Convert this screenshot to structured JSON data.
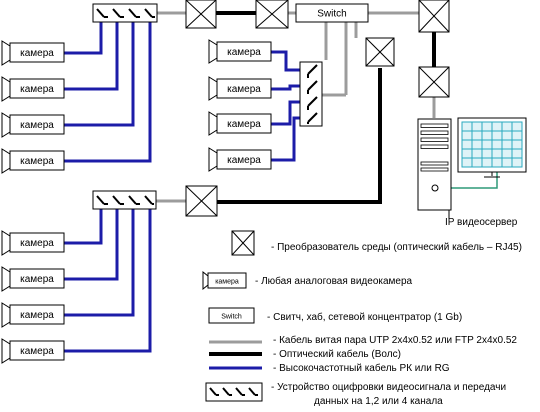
{
  "diagram": {
    "camera_label": "камера",
    "switch_label": "Switch",
    "server_label": "IP видеосервер",
    "legend": {
      "converter": "- Преобразователь среды (оптический кабель – RJ45)",
      "camera_icon_label": "камера",
      "camera": "- Любая аналоговая видеокамера",
      "switch_icon_label": "Switch",
      "switch": "- Свитч, хаб, сетевой концентратор (1 Gb)",
      "utp": "- Кабель витая пара UTP 2x4x0.52 или FTP 2x4x0.52",
      "optical": "- Оптический кабель (Волс)",
      "coax": "- Высокочастотный кабель РК или RG",
      "digitizer_line1": "- Устройство оцифровки видеосигнала и передачи",
      "digitizer_line2": "данных на 1,2 или 4 канала"
    },
    "colors": {
      "coax": "#1c1ca8",
      "utp": "#9c9c9c",
      "optical": "#000000",
      "server_link": "#2e9a78",
      "monitor_screen": "#dff3f7",
      "monitor_grid": "#2aa9bf"
    }
  }
}
